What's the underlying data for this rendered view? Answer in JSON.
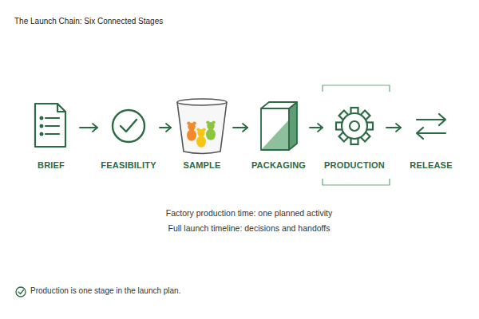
{
  "diagram": {
    "title": "The Launch Chain: Six Connected Stages",
    "caption": "Production is one stage in the launch plan.",
    "nodes": [
      {
        "text": [
          "BRIEF"
        ]
      },
      {
        "text": [
          "FEASIBILITY"
        ]
      },
      {
        "text": [
          "SAMPLE"
        ]
      },
      {
        "text": [
          "PACKAGING"
        ]
      },
      {
        "text": [
          "PRODUCTION"
        ]
      },
      {
        "text": [
          "RELEASE"
        ]
      }
    ],
    "edges": [
      {
        "from": 0,
        "to": 1,
        "arrow": "to"
      },
      {
        "from": 1,
        "to": 2,
        "arrow": "to"
      },
      {
        "from": 2,
        "to": 3,
        "arrow": "to"
      },
      {
        "from": 3,
        "to": 4,
        "arrow": "to"
      },
      {
        "from": 4,
        "to": 5,
        "arrow": "to"
      }
    ],
    "labels": [
      "Factory production time: one planned activity",
      "Full launch timeline: decisions and handoffs"
    ]
  }
}
